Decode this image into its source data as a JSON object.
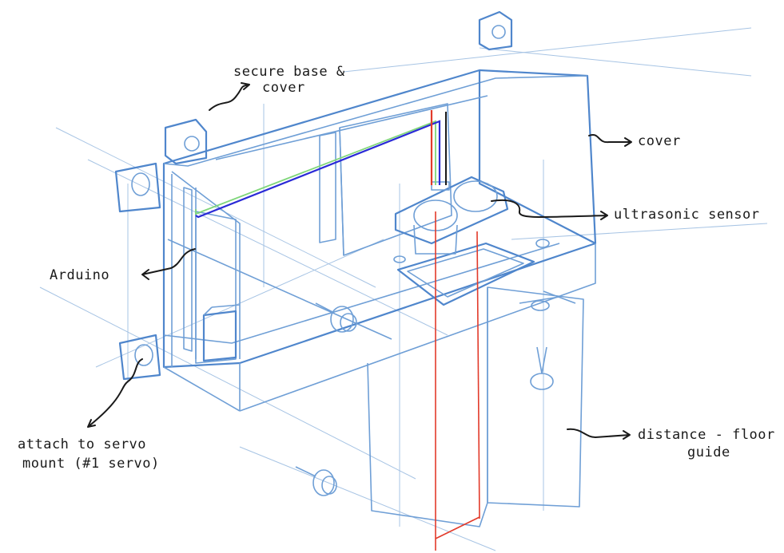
{
  "labels": {
    "secure_base_cover": [
      "secure base &",
      "cover"
    ],
    "cover": "cover",
    "ultrasonic_sensor": "ultrasonic sensor",
    "arduino": "Arduino",
    "attach_servo": [
      "attach to servo",
      "mount (#1 servo)"
    ],
    "distance_floor_guide": [
      "distance - floor",
      "guide"
    ]
  },
  "colors": {
    "sketch_blue": "#4f86cc",
    "construction_blue": "#a7c4e4",
    "wire_green": "#7fd67a",
    "wire_blue": "#2a2ad6",
    "wire_red": "#e23a2a",
    "wire_black": "#1a1a1a",
    "laser_red": "#e23a2a",
    "ink": "#1a1a1a"
  }
}
